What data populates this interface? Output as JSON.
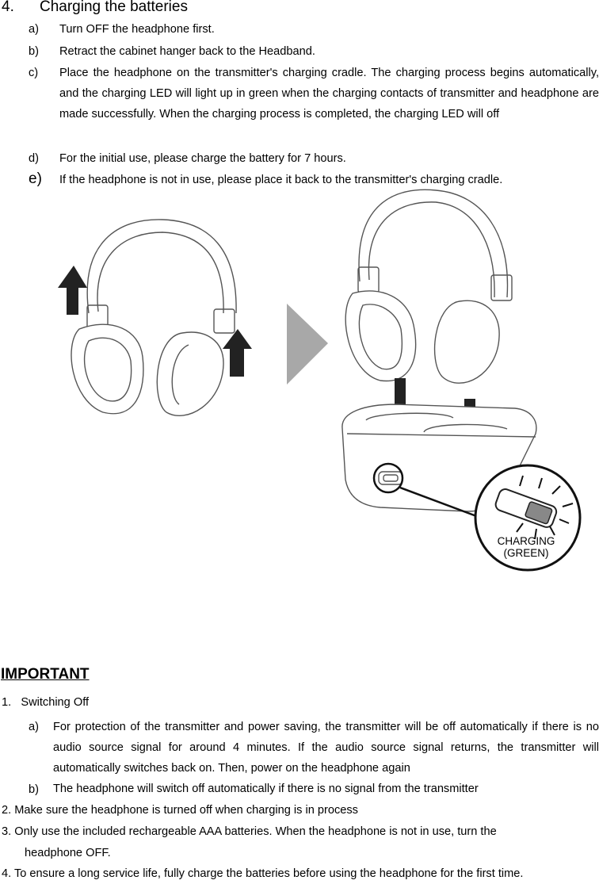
{
  "section": {
    "number": "4.",
    "title": "Charging the batteries",
    "steps": [
      {
        "label": "a)",
        "text": "Turn OFF the headphone first."
      },
      {
        "label": "b)",
        "text": "Retract the cabinet hanger back to the Headband."
      },
      {
        "label": "c)",
        "text": "Place the headphone on the transmitter's charging cradle. The charging process begins automatically, and the charging LED will light up in green when the charging contacts of transmitter and headphone are made successfully. When the charging process is completed, the charging LED will off"
      },
      {
        "label": "d)",
        "text": "For the initial use, please charge the battery for 7 hours."
      },
      {
        "label": "e)",
        "text": "If the headphone is not in use, please place it back to the transmitter's charging cradle."
      }
    ]
  },
  "illustration": {
    "callout_line1": "CHARGING",
    "callout_line2": "(GREEN)"
  },
  "important": {
    "heading": "IMPORTANT",
    "item1": {
      "title": "1.   Switching Off",
      "subs": [
        {
          "label": "a)",
          "text": "For protection of the transmitter and power saving, the transmitter will be off automatically if there is no audio source signal for around 4 minutes. If the audio source signal returns, the transmitter will automatically switches back on. Then, power on the headphone again"
        },
        {
          "label": "b)",
          "text": "The headphone will switch off automatically if there is no signal from the transmitter"
        }
      ]
    },
    "item2": "2. Make sure the headphone is turned off when charging is in process",
    "item3_line1": "3. Only use the included rechargeable AAA batteries. When the headphone is not in use, turn the",
    "item3_line2": "headphone OFF.",
    "item4": "4. To ensure a long service life, fully charge the batteries before using the headphone for the first time."
  }
}
